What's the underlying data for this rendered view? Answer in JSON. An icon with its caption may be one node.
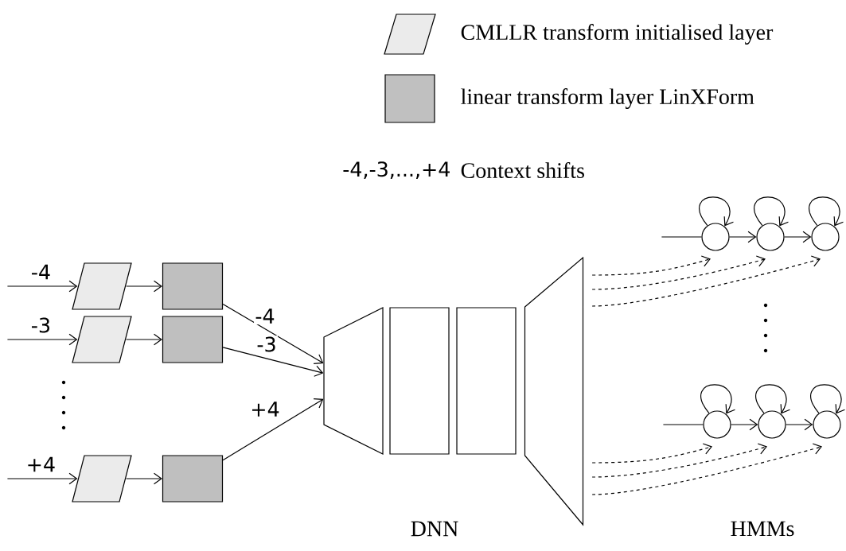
{
  "diagram": {
    "nodes": [
      {
        "text": [],
        "shape": "parallelogram"
      },
      {
        "text": [],
        "shape": "parallelogram"
      },
      {
        "text": [],
        "shape": "parallelogram"
      },
      {
        "text": [],
        "shape": "box"
      },
      {
        "text": [],
        "shape": "box"
      },
      {
        "text": [],
        "shape": "box"
      },
      {
        "text": [],
        "shape": "trapezoid"
      },
      {
        "text": [],
        "shape": "bar"
      },
      {
        "text": [],
        "shape": "bar"
      },
      {
        "text": [],
        "shape": "trapezoid"
      },
      {
        "text": [],
        "shape": "circle"
      },
      {
        "text": [],
        "shape": "circle"
      },
      {
        "text": [],
        "shape": "circle"
      },
      {
        "text": [],
        "shape": "circle"
      },
      {
        "text": [],
        "shape": "circle"
      },
      {
        "text": [],
        "shape": "circle"
      }
    ],
    "edges": [
      {
        "from": null,
        "to": 0,
        "arrow": "to",
        "label": "-4"
      },
      {
        "from": null,
        "to": 1,
        "arrow": "to",
        "label": "-3"
      },
      {
        "from": null,
        "to": 2,
        "arrow": "to",
        "label": "+4"
      },
      {
        "from": 0,
        "to": 3,
        "arrow": "to"
      },
      {
        "from": 1,
        "to": 4,
        "arrow": "to"
      },
      {
        "from": 2,
        "to": 5,
        "arrow": "to"
      },
      {
        "from": 3,
        "to": 6,
        "arrow": "to",
        "label": "-4"
      },
      {
        "from": 4,
        "to": 6,
        "arrow": "to",
        "label": "-3"
      },
      {
        "from": 5,
        "to": 6,
        "arrow": "to",
        "label": "+4"
      },
      {
        "from": null,
        "to": 10,
        "arrow": "none"
      },
      {
        "from": 10,
        "to": 11,
        "arrow": "to"
      },
      {
        "from": 11,
        "to": 12,
        "arrow": "to"
      },
      {
        "from": 10,
        "to": 10,
        "arrow": "to"
      },
      {
        "from": 11,
        "to": 11,
        "arrow": "to"
      },
      {
        "from": 12,
        "to": 12,
        "arrow": "to"
      },
      {
        "from": null,
        "to": 13,
        "arrow": "none"
      },
      {
        "from": 13,
        "to": 14,
        "arrow": "to"
      },
      {
        "from": 14,
        "to": 15,
        "arrow": "to"
      },
      {
        "from": 13,
        "to": 13,
        "arrow": "to"
      },
      {
        "from": 14,
        "to": 14,
        "arrow": "to"
      },
      {
        "from": 15,
        "to": 15,
        "arrow": "to"
      },
      {
        "from": 9,
        "to": 10,
        "arrow": "to",
        "style": "dashed"
      },
      {
        "from": 9,
        "to": 11,
        "arrow": "to",
        "style": "dashed"
      },
      {
        "from": 9,
        "to": 12,
        "arrow": "to",
        "style": "dashed"
      },
      {
        "from": 9,
        "to": 13,
        "arrow": "to",
        "style": "dashed"
      },
      {
        "from": 9,
        "to": 14,
        "arrow": "to",
        "style": "dashed"
      },
      {
        "from": 9,
        "to": 15,
        "arrow": "to",
        "style": "dashed"
      }
    ],
    "labels": [
      "-4,-3,...,+4",
      "Context shifts",
      "DNN",
      "HMMs"
    ],
    "legend": [
      {
        "text": "CMLLR transform initialised layer"
      },
      {
        "text": "linear transform layer LinXForm",
        "color": "#c0c0c0"
      }
    ]
  }
}
